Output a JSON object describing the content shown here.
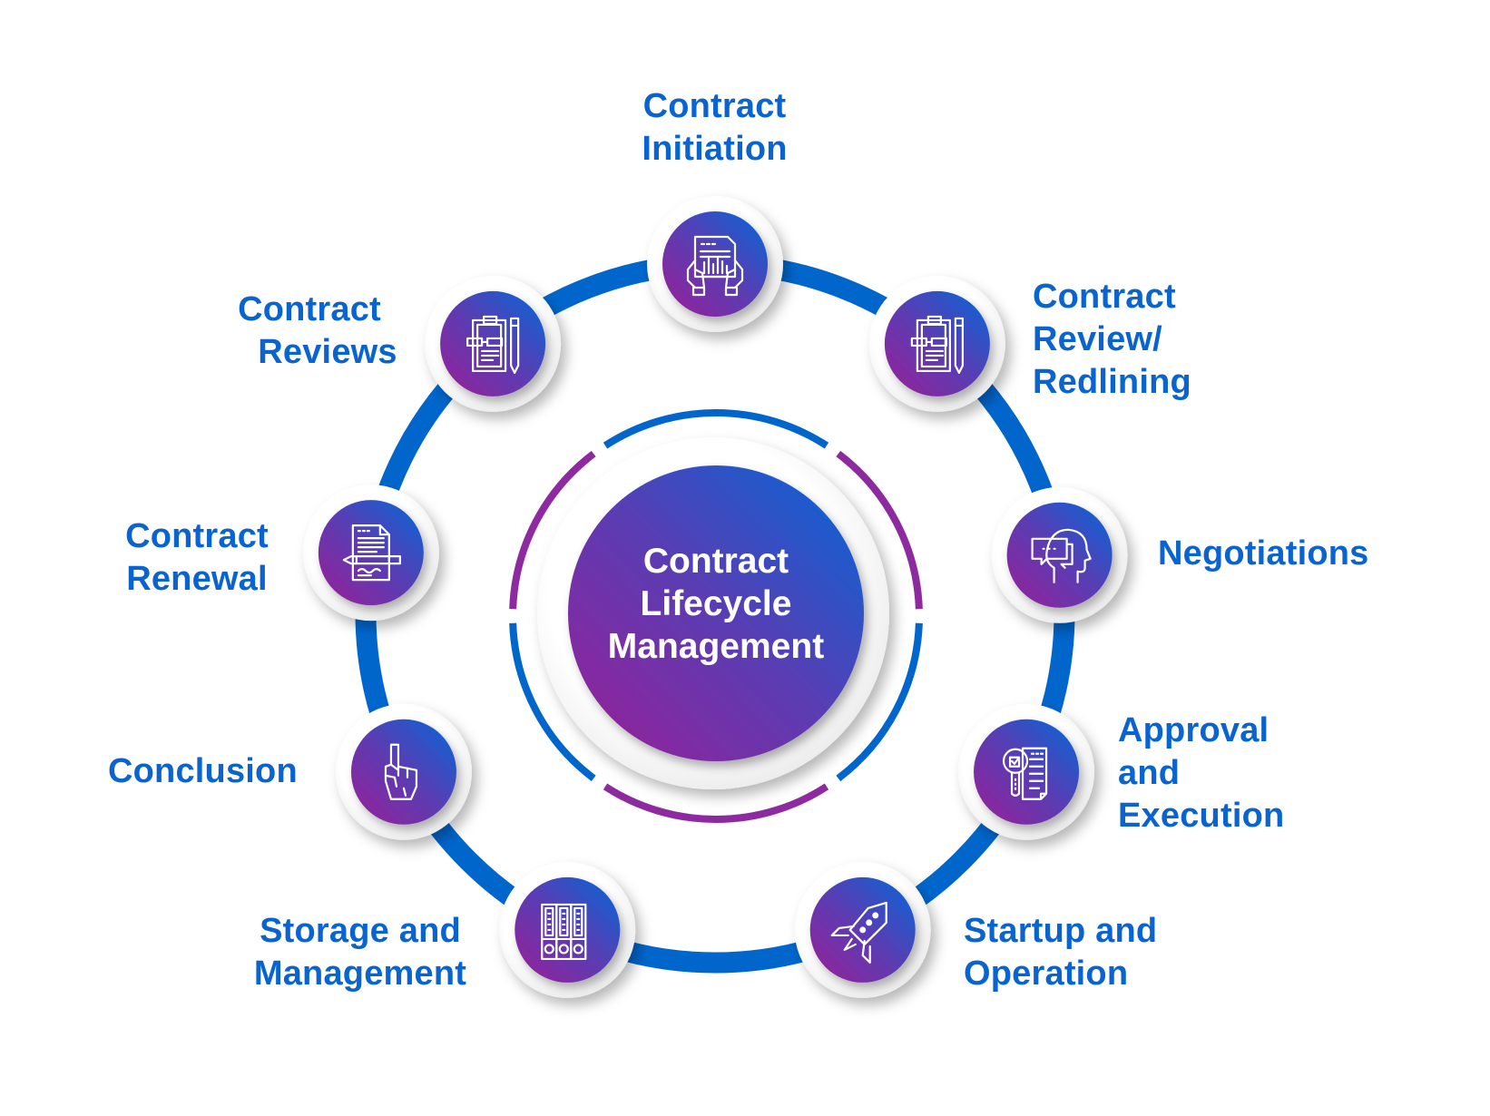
{
  "diagram": {
    "title": "Contract Lifecycle Management",
    "center": {
      "lines": [
        "Contract",
        "Lifecycle",
        "Management"
      ]
    },
    "colors": {
      "ring_blue": "#0066cc",
      "ring_purple": "#8e2aa0",
      "gradient_start": "#93239b",
      "gradient_end": "#0766d6",
      "label_text": "#0a64cf",
      "center_text": "#ffffff"
    },
    "stages": [
      {
        "id": "initiation",
        "lines": [
          "Contract",
          "Initiation"
        ],
        "icon": "document-chart-hands-icon"
      },
      {
        "id": "review-redlining",
        "lines": [
          "Contract",
          "Review/",
          "Redlining"
        ],
        "icon": "clipboard-glasses-pen-icon"
      },
      {
        "id": "negotiations",
        "lines": [
          "Negotiations"
        ],
        "icon": "head-speech-bubble-icon"
      },
      {
        "id": "approval-execution",
        "lines": [
          "Approval",
          "and",
          "Execution"
        ],
        "icon": "magnifier-checklist-icon"
      },
      {
        "id": "startup-operation",
        "lines": [
          "Startup and",
          "Operation"
        ],
        "icon": "rocket-icon"
      },
      {
        "id": "storage-management",
        "lines": [
          "Storage and",
          "Management"
        ],
        "icon": "binders-icon"
      },
      {
        "id": "conclusion",
        "lines": [
          "Conclusion"
        ],
        "icon": "hand-pointing-up-icon"
      },
      {
        "id": "renewal",
        "lines": [
          "Contract",
          "Renewal"
        ],
        "icon": "document-pen-signature-icon"
      },
      {
        "id": "reviews",
        "lines": [
          "Contract",
          "Reviews"
        ],
        "icon": "clipboard-glasses-pen-icon"
      }
    ]
  }
}
